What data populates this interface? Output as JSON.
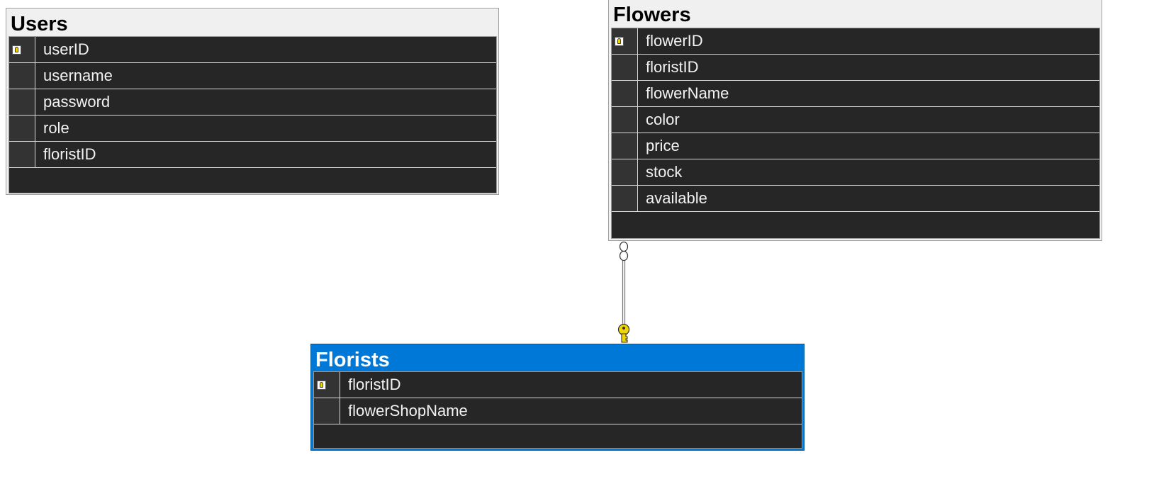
{
  "diagram": {
    "tables": [
      {
        "name": "Users",
        "columns": [
          {
            "name": "userID",
            "primary_key": true
          },
          {
            "name": "username",
            "primary_key": false
          },
          {
            "name": "password",
            "primary_key": false
          },
          {
            "name": "role",
            "primary_key": false
          },
          {
            "name": "floristID",
            "primary_key": false
          }
        ]
      },
      {
        "name": "Flowers",
        "columns": [
          {
            "name": "flowerID",
            "primary_key": true
          },
          {
            "name": "floristID",
            "primary_key": false
          },
          {
            "name": "flowerName",
            "primary_key": false
          },
          {
            "name": "color",
            "primary_key": false
          },
          {
            "name": "price",
            "primary_key": false
          },
          {
            "name": "stock",
            "primary_key": false
          },
          {
            "name": "available",
            "primary_key": false
          }
        ]
      },
      {
        "name": "Florists",
        "selected": true,
        "columns": [
          {
            "name": "floristID",
            "primary_key": true
          },
          {
            "name": "flowerShopName",
            "primary_key": false
          }
        ]
      }
    ],
    "relationships": [
      {
        "from_table": "Flowers",
        "to_table": "Florists",
        "from_end": "many",
        "to_end": "one"
      }
    ],
    "colors": {
      "table_header": "#f0f0f0",
      "selected_header": "#0078d7",
      "grid_background": "#262626",
      "key_icon": "#f1d400"
    }
  }
}
